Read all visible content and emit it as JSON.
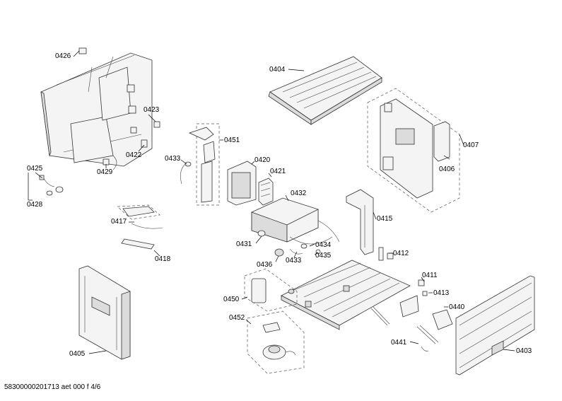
{
  "labels": {
    "p0426": "0426",
    "p0423": "0423",
    "p0422": "0422",
    "p0429": "0429",
    "p0425": "0425",
    "p0428": "0428",
    "p0433a": "0433",
    "p0451": "0451",
    "p0420": "0420",
    "p0421": "0421",
    "p0404": "0404",
    "p0407": "0407",
    "p0406": "0406",
    "p0432": "0432",
    "p0415": "0415",
    "p0417": "0417",
    "p0418": "0418",
    "p0431": "0431",
    "p0434": "0434",
    "p0435": "0435",
    "p0436": "0436",
    "p0433b": "0433",
    "p0412": "0412",
    "p0411": "0411",
    "p0413": "0413",
    "p0450": "0450",
    "p0440": "0440",
    "p0452": "0452",
    "p0441": "0441",
    "p0405": "0405",
    "p0403": "0403"
  },
  "footer": "58300000201713 aet 000 f 4/6"
}
